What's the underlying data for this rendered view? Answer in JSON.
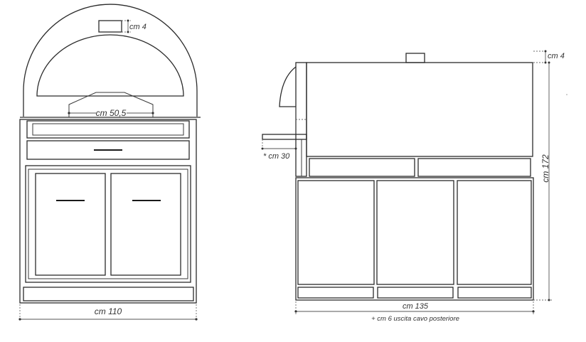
{
  "front_view": {
    "chimney_height_label": "cm 4",
    "hood_width_label": "cm 50,5",
    "total_width_label": "cm 110"
  },
  "side_view": {
    "chimney_height_label": "cm 4",
    "total_height_label": "cm 172",
    "shelf_depth_label": "* cm 30",
    "total_length_label": "cm 135",
    "cable_note_label": "+ cm 6 uscita cavo posteriore"
  }
}
